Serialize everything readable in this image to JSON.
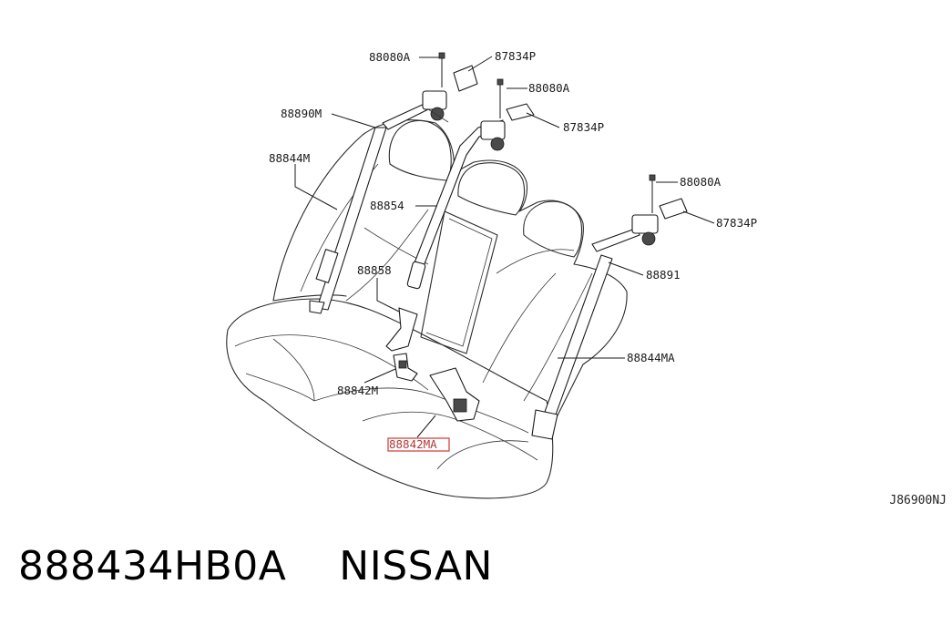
{
  "diagram": {
    "code": "J86900NJ",
    "callouts": [
      {
        "id": "c1",
        "text": "88080A"
      },
      {
        "id": "c2",
        "text": "87834P"
      },
      {
        "id": "c3",
        "text": "88080A"
      },
      {
        "id": "c4",
        "text": "87834P"
      },
      {
        "id": "c5",
        "text": "88890M"
      },
      {
        "id": "c6",
        "text": "88844M"
      },
      {
        "id": "c7",
        "text": "88854"
      },
      {
        "id": "c8",
        "text": "88858"
      },
      {
        "id": "c9",
        "text": "88842M"
      },
      {
        "id": "c10",
        "text": "88842MA",
        "highlighted": true
      },
      {
        "id": "c11",
        "text": "88080A"
      },
      {
        "id": "c12",
        "text": "87834P"
      },
      {
        "id": "c13",
        "text": "88891"
      },
      {
        "id": "c14",
        "text": "88844MA"
      }
    ],
    "highlight_color": "#d9534f"
  },
  "caption": {
    "part_number": "888434HB0A",
    "brand": "NISSAN"
  }
}
